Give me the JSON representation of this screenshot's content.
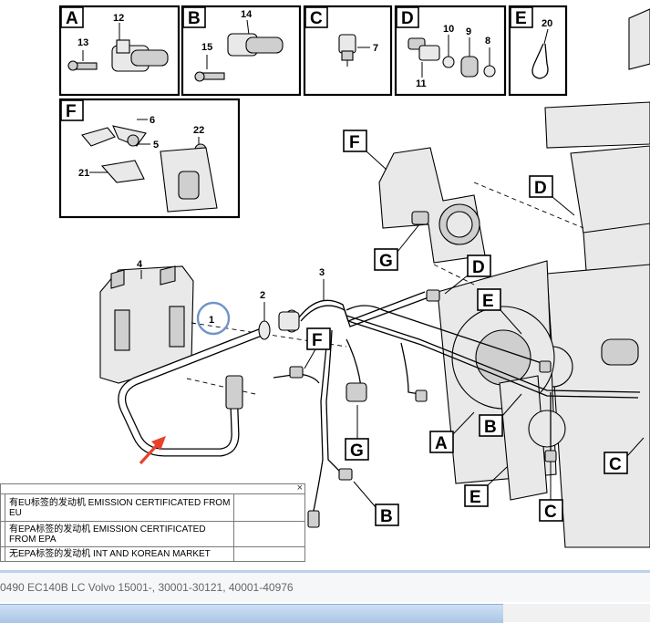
{
  "detail_boxes": [
    {
      "letter": "A",
      "parts": [
        "12",
        "13"
      ]
    },
    {
      "letter": "B",
      "parts": [
        "14",
        "15"
      ]
    },
    {
      "letter": "C",
      "parts": [
        "7"
      ]
    },
    {
      "letter": "D",
      "parts": [
        "10",
        "9",
        "8",
        "11"
      ]
    },
    {
      "letter": "E",
      "parts": [
        "20"
      ]
    },
    {
      "letter": "F",
      "parts": [
        "6",
        "5",
        "22",
        "21"
      ]
    }
  ],
  "main_callouts": {
    "part_numbers": [
      "1",
      "2",
      "3",
      "4"
    ],
    "letters": [
      "F",
      "G",
      "D",
      "D",
      "E",
      "F",
      "A",
      "B",
      "G",
      "B",
      "E",
      "C",
      "C"
    ]
  },
  "note_table": {
    "close_symbol": "×",
    "rows": [
      "有EU标签的发动机 EMISSION CERTIFICATED FROM EU",
      "有EPA标签的发动机 EMISSION CERTIFICATED FROM EPA",
      "无EPA标签的发动机 INT AND KOREAN MARKET"
    ]
  },
  "model_line": "0490 EC140B LC Volvo 15001-, 30001-30121, 40001-40976",
  "colors": {
    "highlight_circle": "#6f94c8",
    "arrow": "#e8412c",
    "bar": "#a9c6e6"
  }
}
